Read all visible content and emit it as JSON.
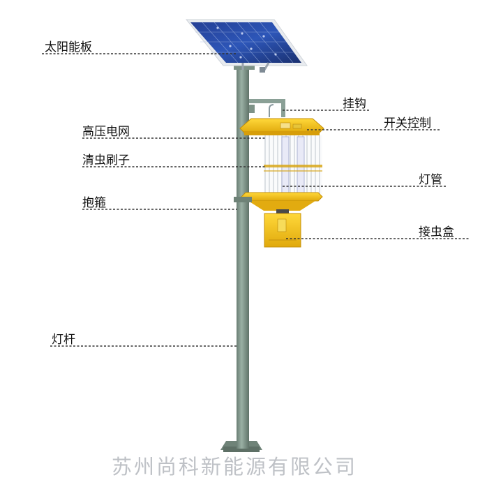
{
  "labels": {
    "solar_panel": "太阳能板",
    "hook": "挂钩",
    "high_voltage_grid": "高压电网",
    "switch_control": "开关控制",
    "brush": "清虫刷子",
    "lamp_tube": "灯管",
    "clamp": "抱箍",
    "collection_box": "接虫盒",
    "pole": "灯杆"
  },
  "watermark": "苏州尚科新能源有限公司",
  "colors": {
    "pole": "#7d9287",
    "lamp_yellow": "#f2c21a",
    "panel_blue": "#1e3a8a",
    "frame_white": "#f2f4f6"
  }
}
